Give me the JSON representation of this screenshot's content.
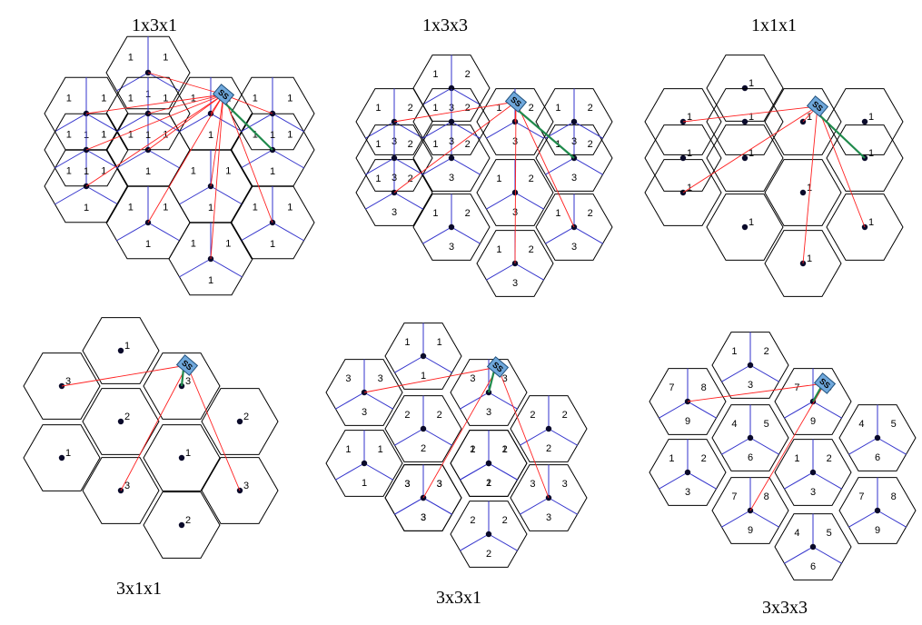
{
  "panels": [
    {
      "title": "1x3x1",
      "sectors": 3,
      "labels": [
        [
          "1",
          "1",
          "1"
        ],
        [
          "1",
          "1",
          "1"
        ],
        [
          "1",
          "1",
          "1"
        ],
        [
          "1",
          "1",
          "1"
        ],
        [
          "1",
          "1",
          "1"
        ],
        [
          "1",
          "1",
          "1"
        ],
        [
          "1",
          "1",
          "1"
        ],
        [
          "1",
          "1",
          "1"
        ],
        [
          "1",
          "1",
          "1"
        ],
        [
          "1",
          "1",
          "1"
        ],
        [
          "1",
          "1",
          "1"
        ],
        [
          "1",
          "1",
          "1"
        ],
        [
          "1",
          "1",
          "1"
        ]
      ]
    },
    {
      "title": "1x3x3",
      "sectors": 3,
      "labels": [
        [
          "1",
          "2",
          "3"
        ],
        [
          "1",
          "2",
          "3"
        ],
        [
          "1",
          "2",
          "3"
        ],
        [
          "1",
          "2",
          "3"
        ],
        [
          "1",
          "2",
          "3"
        ],
        [
          "1",
          "2",
          "3"
        ],
        [
          "1",
          "2",
          "3"
        ],
        [
          "1",
          "2",
          "3"
        ],
        [
          "1",
          "2",
          "3"
        ],
        [
          "1",
          "2",
          "3"
        ],
        [
          "1",
          "2",
          "3"
        ],
        [
          "1",
          "2",
          "3"
        ],
        [
          "1",
          "2",
          "3"
        ]
      ]
    },
    {
      "title": "1x1x1",
      "sectors": 1,
      "labels": [
        [
          "1"
        ],
        [
          "1"
        ],
        [
          "1"
        ],
        [
          "1"
        ],
        [
          "1"
        ],
        [
          "1"
        ],
        [
          "1"
        ],
        [
          "1"
        ],
        [
          "1"
        ],
        [
          "1"
        ],
        [
          "1"
        ],
        [
          "1"
        ],
        [
          "1"
        ]
      ]
    },
    {
      "title": "3x1x1",
      "sectors": 1,
      "labels": [
        [
          "1"
        ],
        [
          "1"
        ],
        [
          "3"
        ],
        [
          "3"
        ],
        [
          "2"
        ],
        [
          "2"
        ],
        [
          "1"
        ],
        [
          "2"
        ],
        [
          "3"
        ],
        [
          "3"
        ]
      ]
    },
    {
      "title": "3x3x1",
      "sectors": 3,
      "labels": [
        [
          "1",
          "1",
          "1"
        ],
        [
          "3",
          "3",
          "3"
        ],
        [
          "3",
          "3",
          "3"
        ],
        [
          "2",
          "2",
          "2"
        ],
        [
          "2",
          "2",
          "2"
        ],
        [
          "2",
          "2",
          "2"
        ],
        [
          "1",
          "1",
          "1"
        ],
        [
          "1",
          "1",
          "1"
        ],
        [
          "3",
          "3",
          "3"
        ],
        [
          "3",
          "3",
          "3"
        ],
        [
          "2",
          "2",
          "2"
        ],
        [
          "3",
          "3",
          "3"
        ]
      ]
    },
    {
      "title": "3x3x3",
      "sectors": 3,
      "labels": [
        [
          "1",
          "2",
          "3"
        ],
        [
          "7",
          "8",
          "9"
        ],
        [
          "7",
          "8",
          "9"
        ],
        [
          "4",
          "5",
          "6"
        ],
        [
          "4",
          "5",
          "6"
        ],
        [
          "1",
          "2",
          "3"
        ],
        [
          "1",
          "2",
          "3"
        ],
        [
          "7",
          "8",
          "9"
        ],
        [
          "7",
          "8",
          "9"
        ],
        [
          "4",
          "5",
          "6"
        ]
      ]
    }
  ],
  "ss_label": "SS"
}
